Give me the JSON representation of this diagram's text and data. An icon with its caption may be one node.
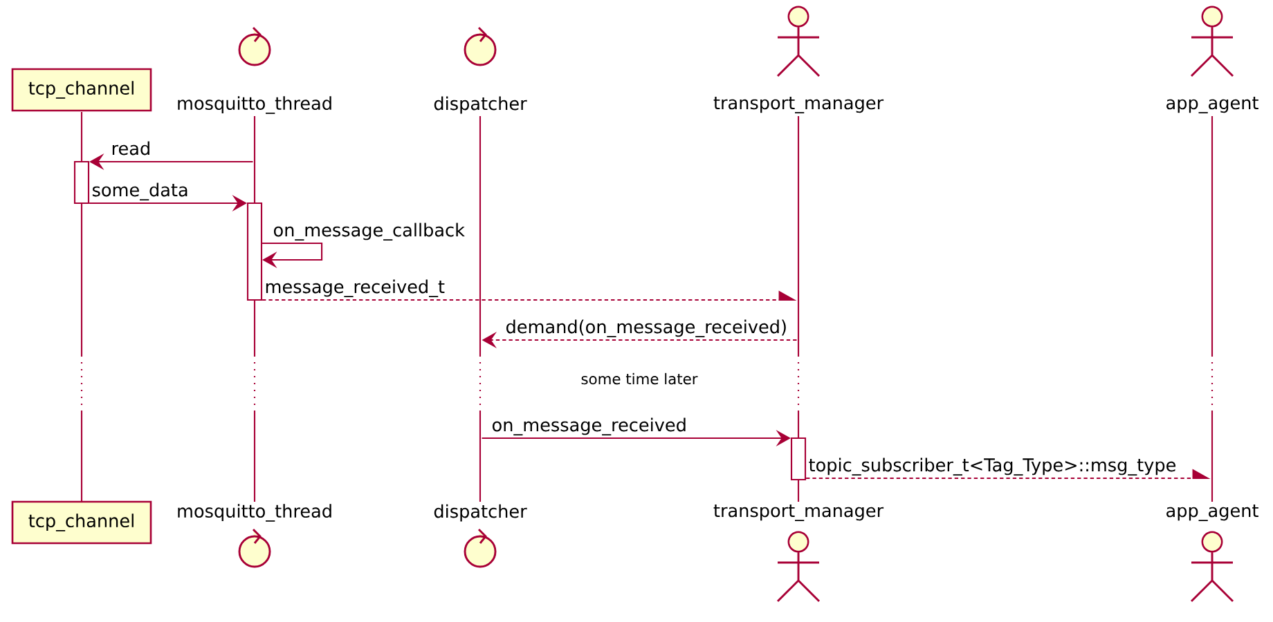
{
  "diagram": {
    "nodes": [
      {
        "text": [
          "tcp_channel"
        ]
      },
      {
        "text": [
          "mosquitto_thread"
        ]
      },
      {
        "text": [
          "dispatcher"
        ]
      },
      {
        "text": [
          "transport_manager"
        ]
      },
      {
        "text": [
          "app_agent"
        ]
      },
      {
        "text": [
          "tcp_channel"
        ]
      },
      {
        "text": [
          "mosquitto_thread"
        ]
      },
      {
        "text": [
          "dispatcher"
        ]
      },
      {
        "text": [
          "transport_manager"
        ]
      },
      {
        "text": [
          "app_agent"
        ]
      },
      {
        "text": [],
        "shape": "line"
      },
      {
        "text": [],
        "shape": "line"
      },
      {
        "text": [],
        "shape": "line"
      },
      {
        "text": [],
        "shape": "line"
      },
      {
        "text": [],
        "shape": "line"
      },
      {
        "text": [],
        "shape": "bar"
      },
      {
        "text": [],
        "shape": "bar"
      },
      {
        "text": [],
        "shape": "bar"
      }
    ],
    "edges": [
      {
        "from": 11,
        "to": 15,
        "arrow": "to",
        "label": "read"
      },
      {
        "from": 15,
        "to": 16,
        "arrow": "to",
        "label": "some_data"
      },
      {
        "from": 16,
        "to": 16,
        "arrow": "to",
        "label": "on_message_callback"
      },
      {
        "from": 16,
        "to": 13,
        "arrow": "to",
        "label": "message_received_t",
        "style": "dashed"
      },
      {
        "from": 13,
        "to": 12,
        "arrow": "to",
        "label": "demand(on_message_received)",
        "style": "dashed"
      },
      {
        "from": 12,
        "to": 17,
        "arrow": "to",
        "label": "on_message_received"
      },
      {
        "from": 17,
        "to": 14,
        "arrow": "to",
        "label": "topic_subscriber_t<Tag_Type>::msg_type",
        "style": "dashed"
      }
    ],
    "labels": [
      "some time later"
    ]
  }
}
